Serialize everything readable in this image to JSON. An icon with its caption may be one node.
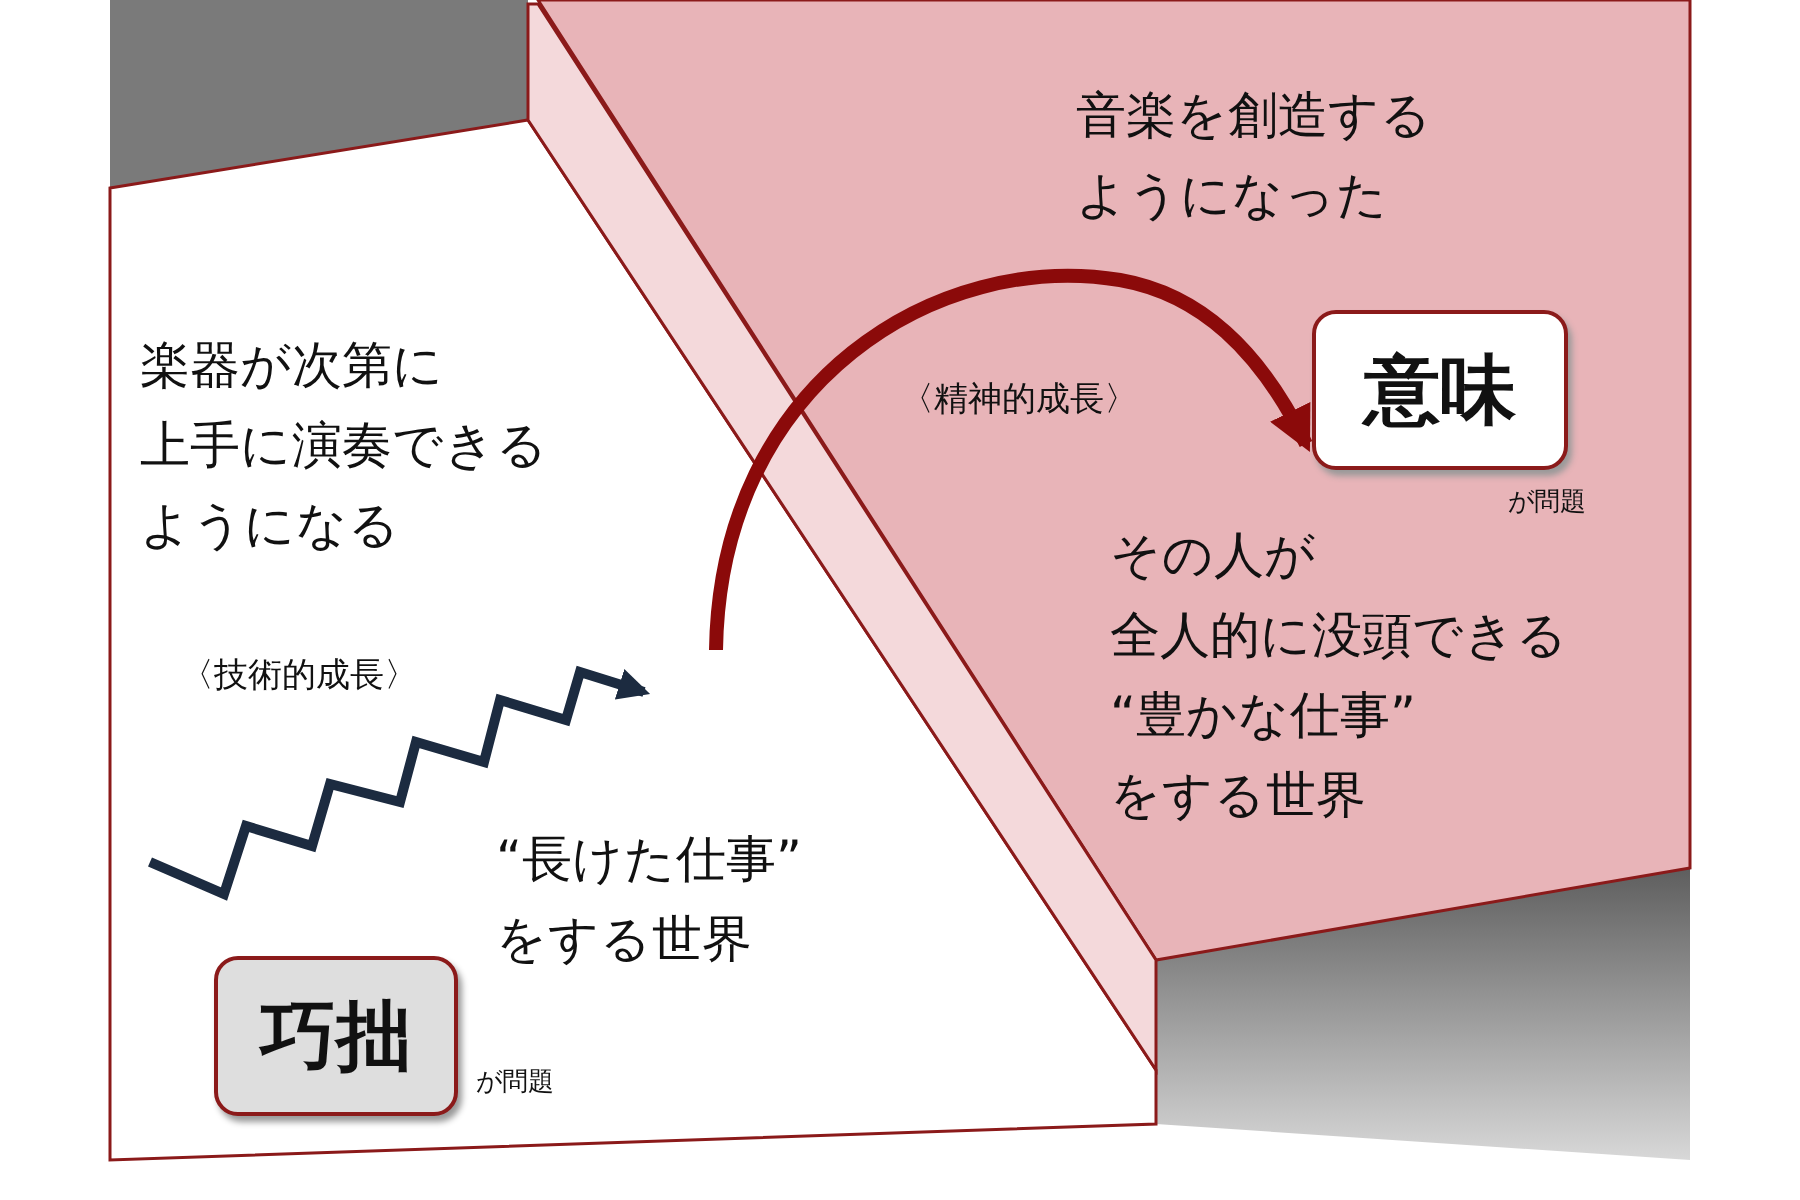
{
  "diagram": {
    "nodes": [
      {
        "text": [
          "楽器が次第に上手に演奏できるようになる",
          "“長けた仕事”をする世界"
        ]
      },
      {
        "text": [
          "巧拙"
        ],
        "in": 0,
        "beside": [
          "が問題"
        ]
      },
      {
        "text": [
          "音楽を創造するようになった",
          "その人が全人的に没頭できる“豊かな仕事”をする世界"
        ]
      },
      {
        "text": [
          "意味"
        ],
        "in": 2,
        "beside": [
          "が問題"
        ]
      }
    ],
    "edges": [
      {
        "from": null,
        "to": 3,
        "arrow": "to",
        "label": "〈精神的成長〉"
      }
    ],
    "labels": [
      "〈技術的成長〉"
    ]
  }
}
